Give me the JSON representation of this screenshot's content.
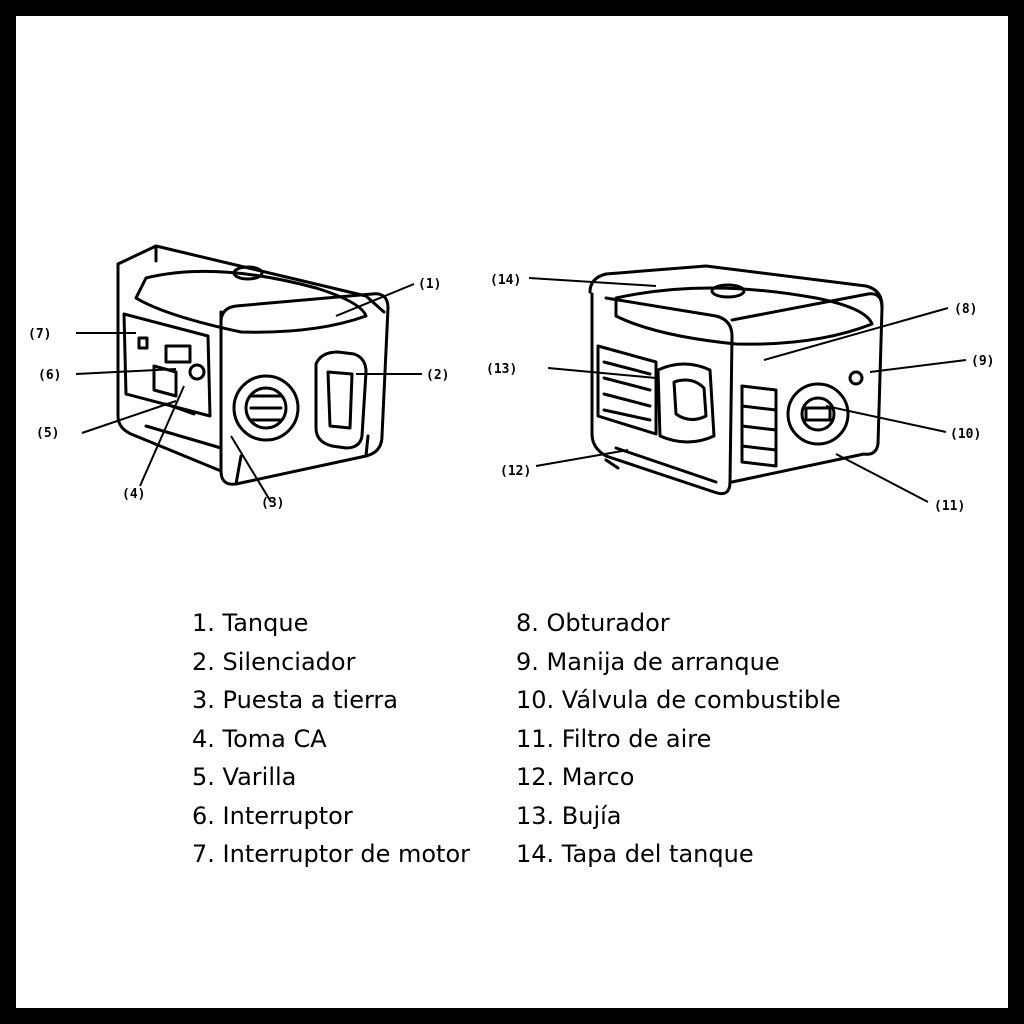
{
  "callouts": {
    "c1": "(1)",
    "c2": "(2)",
    "c3": "(3)",
    "c4": "(4)",
    "c5": "(5)",
    "c6": "(6)",
    "c7": "(7)",
    "c8": "(8)",
    "c9": "(9)",
    "c10": "(10)",
    "c11": "(11)",
    "c12": "(12)",
    "c13": "(13)",
    "c14": "(14)"
  },
  "legend_left": [
    "1. Tanque",
    "2. Silenciador",
    "3. Puesta a tierra",
    "4. Toma CA",
    "5. Varilla",
    "6. Interruptor",
    "7. Interruptor de motor"
  ],
  "legend_right": [
    "8. Obturador",
    "9. Manija de arranque",
    "10. Válvula de combustible",
    "11. Filtro de aire",
    "12. Marco",
    "13. Bujía",
    "14. Tapa del tanque"
  ]
}
